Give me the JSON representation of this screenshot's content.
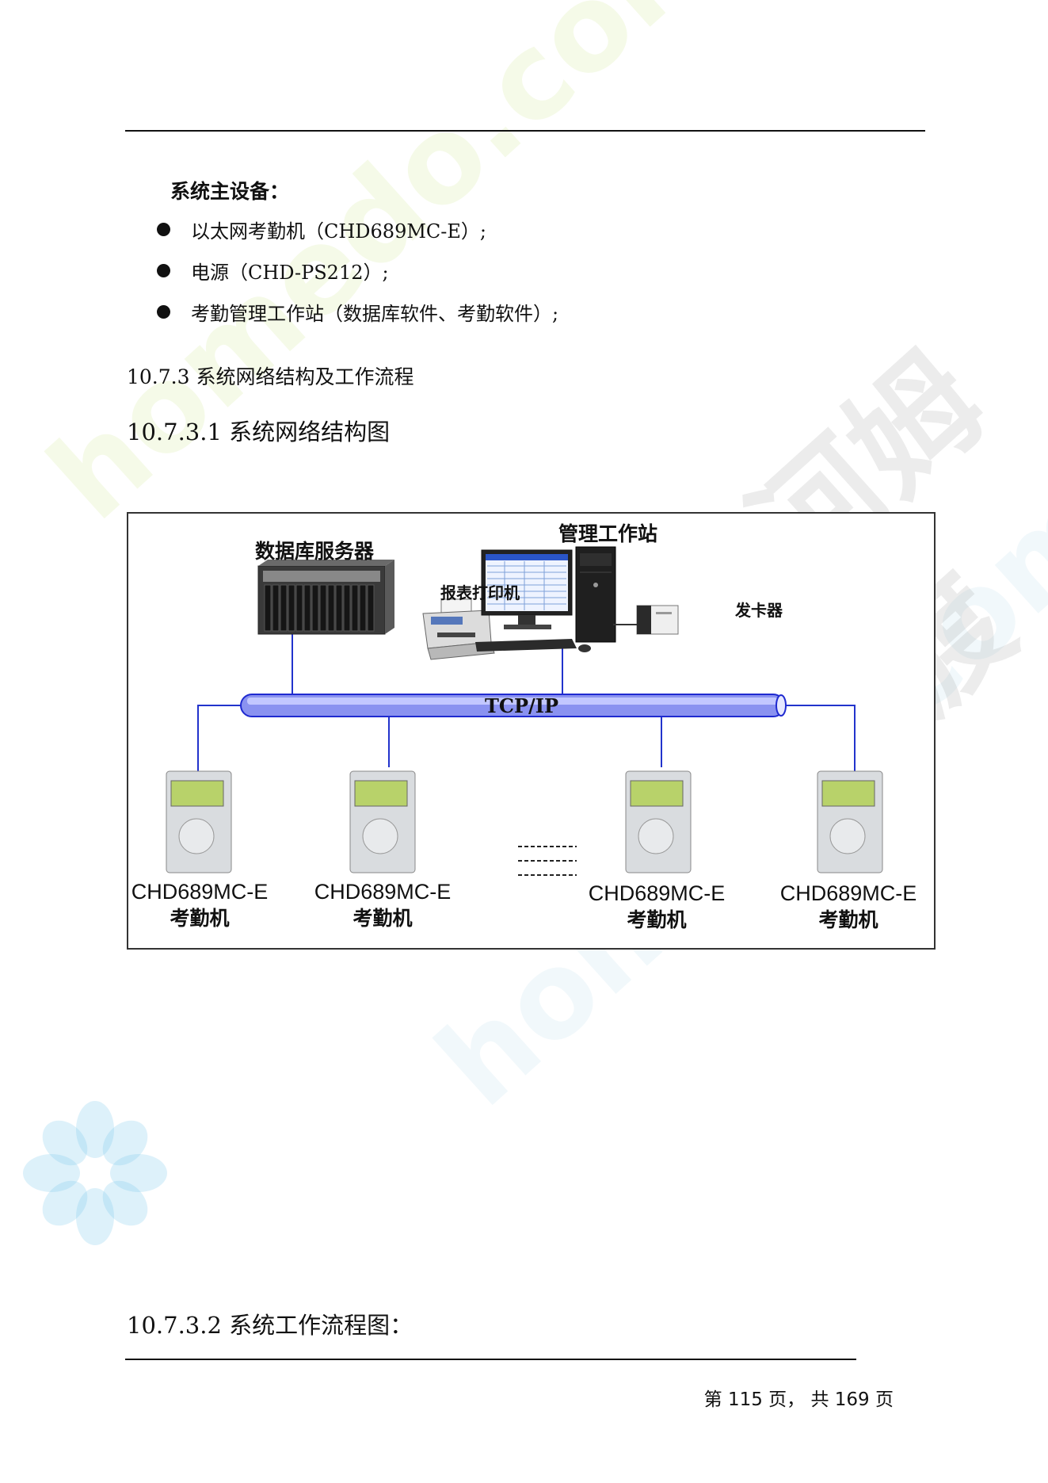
{
  "section_main_devices": {
    "heading": "系统主设备：",
    "items": [
      "以太网考勤机（CHD689MC-E）;",
      "电源（CHD-PS212）;",
      "考勤管理工作站（数据库软件、考勤软件）;"
    ]
  },
  "headings": {
    "h_10_7_3": "10.7.3 系统网络结构及工作流程",
    "h_10_7_3_1": "10.7.3.1 系统网络结构图",
    "h_10_7_3_2": "10.7.3.2 系统工作流程图："
  },
  "diagram": {
    "db_server": "数据库服务器",
    "workstation": "管理工作站",
    "printer": "报表打印机",
    "card_issuer": "发卡器",
    "network": "TCP/IP",
    "terminal_model": "CHD689MC-E",
    "terminal_name": "考勤机",
    "terminal_count": 4
  },
  "watermark": {
    "latin": "homedo.com",
    "cjk": "河姆渡"
  },
  "footer": {
    "page_text": "第 115 页， 共 169 页"
  }
}
